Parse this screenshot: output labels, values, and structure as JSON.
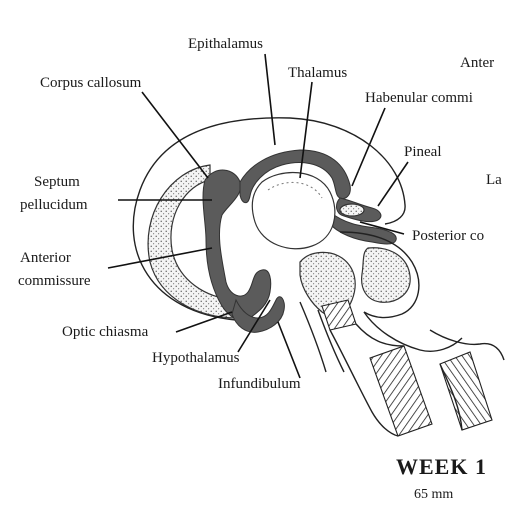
{
  "labels": {
    "epithalamus": "Epithalamus",
    "corpus_callosum": "Corpus callosum",
    "thalamus": "Thalamus",
    "anterior": "Anter",
    "habenular": "Habenular commi",
    "pineal": "Pineal",
    "lamina": "La",
    "septum_line1": "Septum",
    "septum_line2": "pellucidum",
    "posterior": "Posterior co",
    "anterior_comm_line1": "Anterior",
    "anterior_comm_line2": "commissure",
    "optic_chiasma": "Optic chiasma",
    "hypothalamus": "Hypothalamus",
    "infundibulum": "Infundibulum"
  },
  "footer": {
    "week": "WEEK 1",
    "size": "65 mm"
  }
}
